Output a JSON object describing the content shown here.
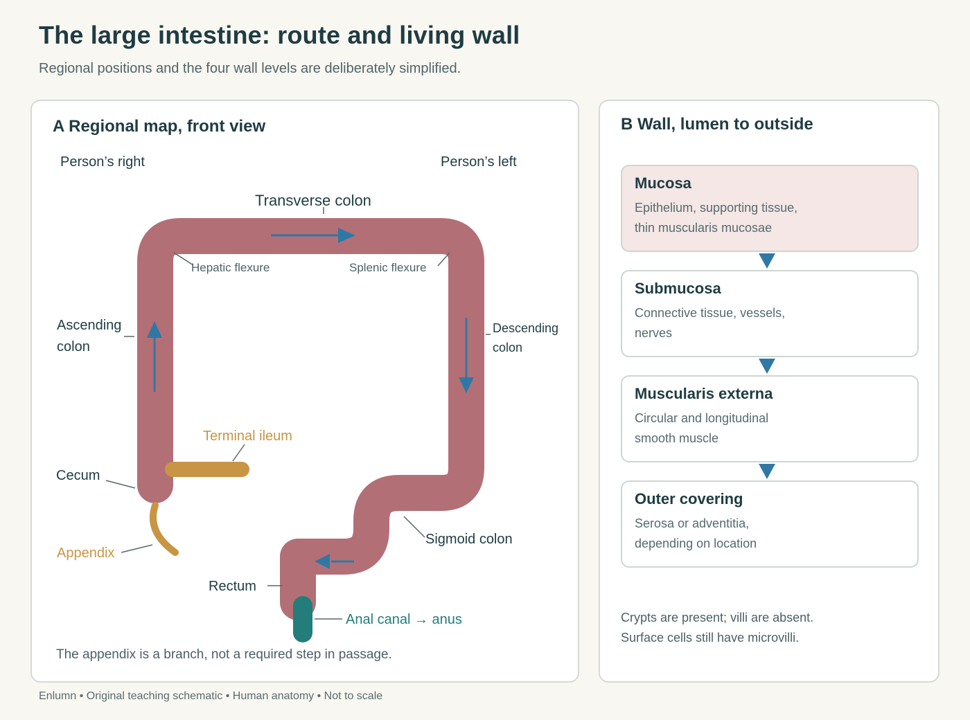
{
  "title": "The large intestine: route and living wall",
  "subtitle": "Regional positions and the four wall levels are deliberately simplified.",
  "panel_a": {
    "title": "A Regional map, front view",
    "orientation": {
      "right": "Person’s right",
      "left": "Person’s left"
    },
    "labels": {
      "transverse": "Transverse colon",
      "hepatic": "Hepatic flexure",
      "splenic": "Splenic flexure",
      "ascending_1": "Ascending",
      "ascending_2": "colon",
      "descending_1": "Descending",
      "descending_2": "colon",
      "terminal_ileum": "Terminal ileum",
      "cecum": "Cecum",
      "appendix": "Appendix",
      "sigmoid": "Sigmoid colon",
      "rectum": "Rectum",
      "anal": "Anal canal → anus"
    },
    "note": "The appendix is a branch, not a required step in passage.",
    "colors": {
      "colon": "#b36f76",
      "ileum": "#c89545",
      "anal": "#237d7b",
      "arrow": "#2f78a6",
      "leader": "#5a6669"
    }
  },
  "panel_b": {
    "title": "B Wall, lumen to outside",
    "layers": [
      {
        "name": "Mucosa",
        "desc_1": "Epithelium, supporting tissue,",
        "desc_2": "thin muscularis mucosae"
      },
      {
        "name": "Submucosa",
        "desc_1": "Connective tissue, vessels,",
        "desc_2": "nerves"
      },
      {
        "name": "Muscularis externa",
        "desc_1": "Circular and longitudinal",
        "desc_2": "smooth muscle"
      },
      {
        "name": "Outer covering",
        "desc_1": "Serosa or adventitia,",
        "desc_2": "depending on location"
      }
    ],
    "note_1": "Crypts are present; villi are absent.",
    "note_2": "Surface cells still have microvilli."
  },
  "footer": "Enlumn • Original teaching schematic • Human anatomy • Not to scale"
}
